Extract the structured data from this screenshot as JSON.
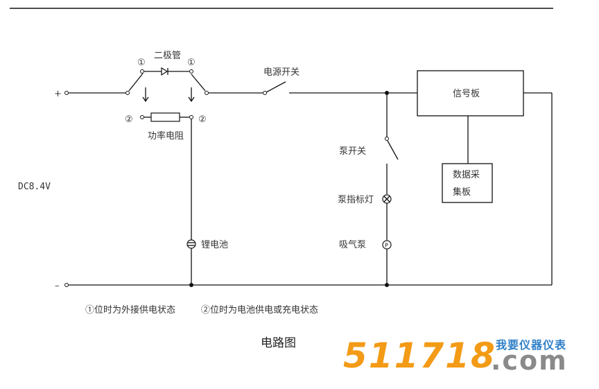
{
  "diagram": {
    "title": "电路图",
    "supply": {
      "voltage_label": "DC8.4V",
      "positive_label": "+",
      "negative_label": "–"
    },
    "components": {
      "diode": "二极管",
      "resistor": "功率电阻",
      "power_switch": "电源开关",
      "signal_board": "信号板",
      "data_board_line1": "数据采",
      "data_board_line2": "集板",
      "pump_switch": "泵开关",
      "pump_indicator": "泵指标灯",
      "air_pump": "吸气泵",
      "pump_symbol": "P",
      "battery": "锂电池"
    },
    "positions": {
      "pos1": "①",
      "pos2": "②"
    },
    "notes": {
      "note1": "①位时为外接供电状态",
      "note2": "②位时为电池供电或充电状态"
    }
  },
  "watermark": {
    "number": "511718",
    "chinese": "我要仪器仪表",
    "domain": ".com",
    "colors": {
      "number": "#f39a16",
      "chinese": "#2f7fc8",
      "domain": "#8a8a8a"
    }
  }
}
